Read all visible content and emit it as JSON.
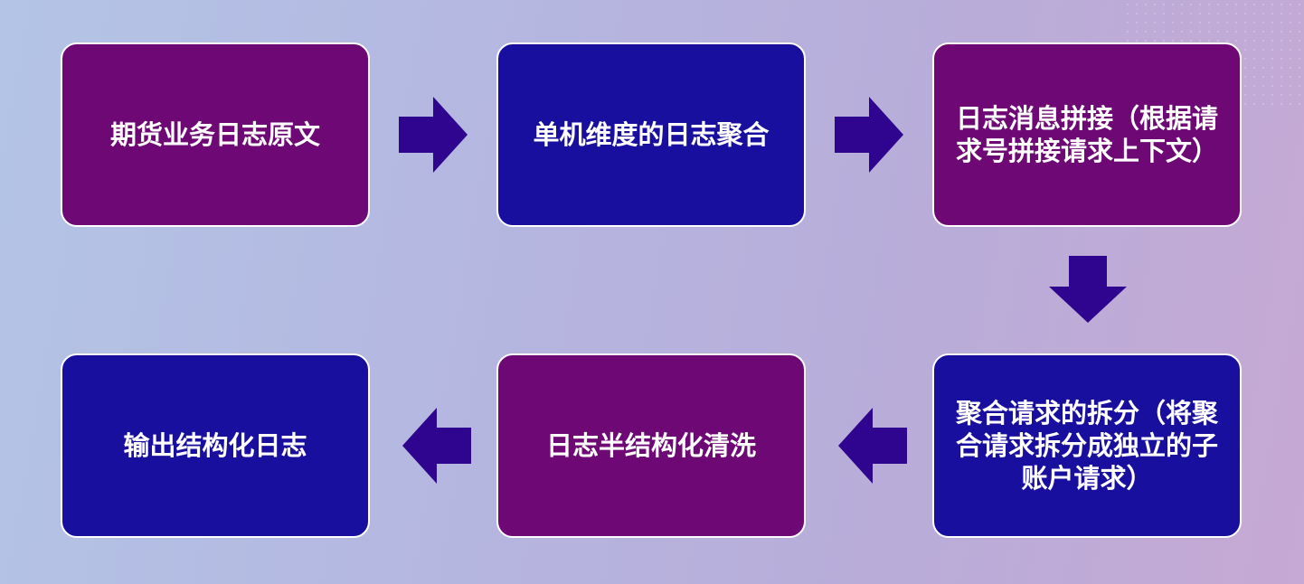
{
  "colors": {
    "purple": "#6d0874",
    "blue": "#180f9e",
    "arrow": "#2f058f",
    "border": "#ffffff"
  },
  "steps": [
    {
      "label": "期货业务日志原文",
      "color": "purple"
    },
    {
      "label": "单机维度的日志聚合",
      "color": "blue"
    },
    {
      "label": "日志消息拼接（根据请求号拼接请求上下文）",
      "color": "purple"
    },
    {
      "label": "聚合请求的拆分（将聚合请求拆分成独立的子账户请求）",
      "color": "blue"
    },
    {
      "label": "日志半结构化清洗",
      "color": "purple"
    },
    {
      "label": "输出结构化日志",
      "color": "blue"
    }
  ],
  "arrows": [
    {
      "from": 0,
      "to": 1,
      "direction": "right"
    },
    {
      "from": 1,
      "to": 2,
      "direction": "right"
    },
    {
      "from": 2,
      "to": 3,
      "direction": "down"
    },
    {
      "from": 3,
      "to": 4,
      "direction": "left"
    },
    {
      "from": 4,
      "to": 5,
      "direction": "left"
    }
  ]
}
